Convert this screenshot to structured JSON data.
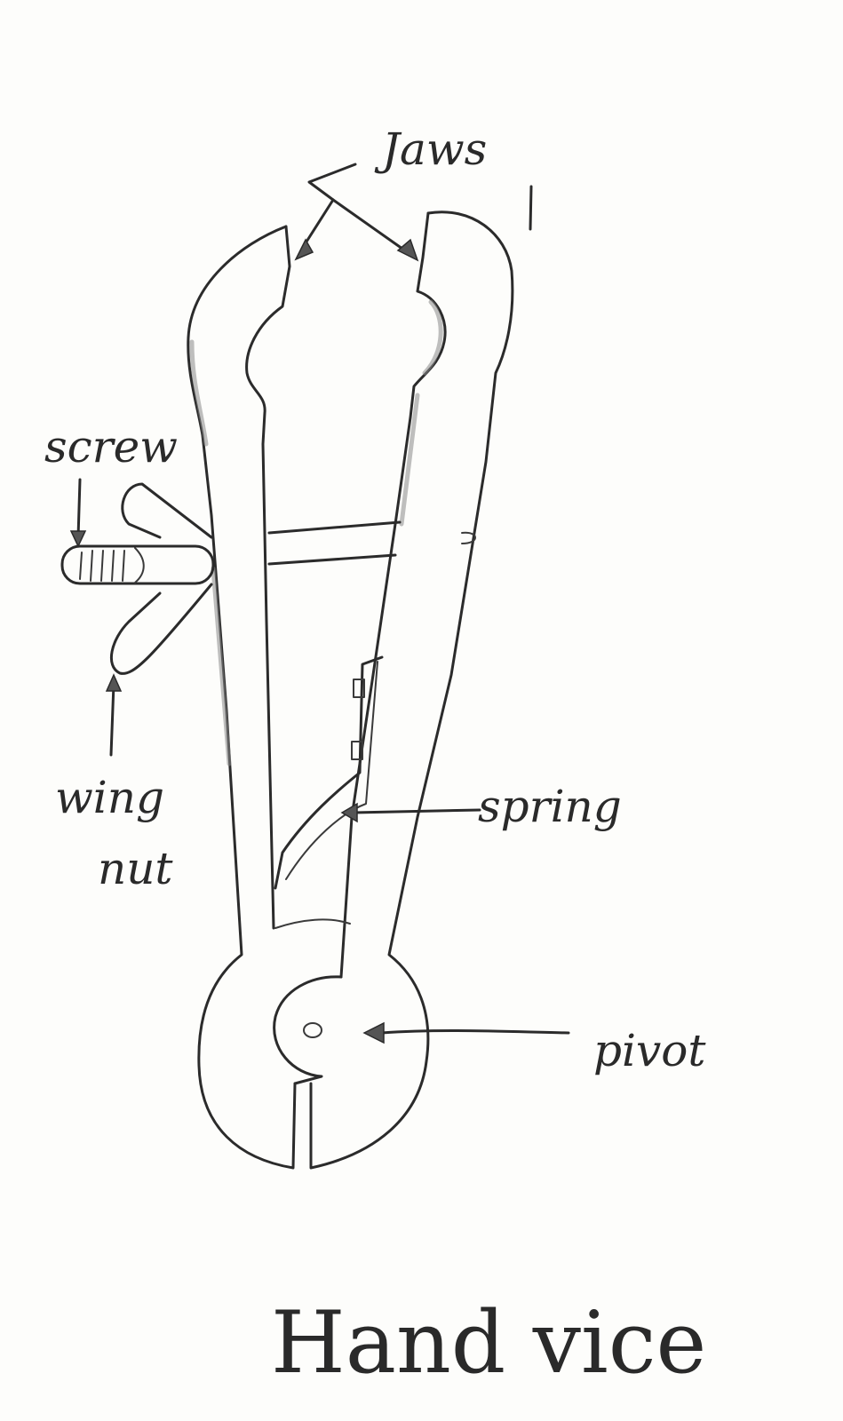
{
  "diagram": {
    "labels": {
      "jaws": "Jaws",
      "screw": "screw",
      "wing_nut_line1": "wing",
      "wing_nut_line2": "nut",
      "spring": "spring",
      "pivot": "pivot"
    },
    "title": "Hand vice",
    "colors": {
      "ink": "#2b2b2b",
      "paper": "#fdfdfb"
    }
  }
}
